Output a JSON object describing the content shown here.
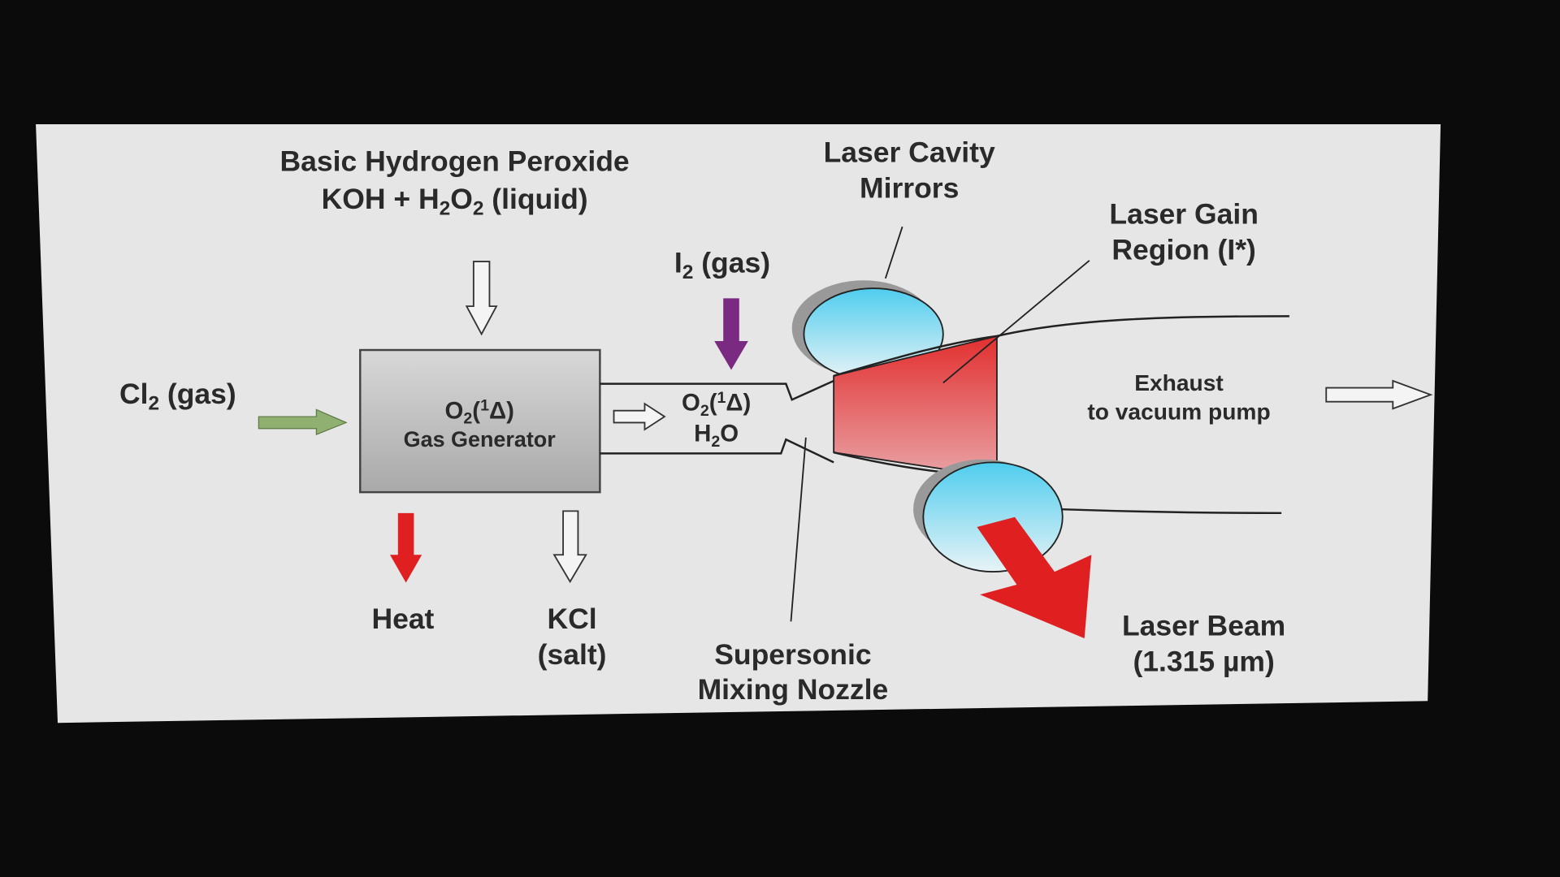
{
  "title": "Chemical Oxygen Iodine Laser schematic",
  "labels": {
    "bhp_line1": "Basic Hydrogen Peroxide",
    "bhp_line2": {
      "a": "KOH + H",
      "s1": "2",
      "b": "O",
      "s2": "2",
      "c": " (liquid)"
    },
    "cl2": {
      "a": "Cl",
      "s": "2",
      "b": " (gas)"
    },
    "generator": {
      "line1": {
        "a": "O",
        "s": "2",
        "b": "(",
        "sup": "1",
        "c": "Δ)"
      },
      "line2": "Gas Generator"
    },
    "flow": {
      "line1": {
        "a": "O",
        "s": "2",
        "b": "(",
        "sup": "1",
        "c": "Δ)"
      },
      "line2": {
        "a": "H",
        "s": "2",
        "b": "O"
      }
    },
    "i2": {
      "a": "I",
      "s": "2",
      "b": " (gas)"
    },
    "mirrors": {
      "line1": "Laser Cavity",
      "line2": "Mirrors"
    },
    "gain": {
      "line1": "Laser Gain",
      "line2": "Region (I*)"
    },
    "exhaust": {
      "line1": "Exhaust",
      "line2": "to vacuum pump"
    },
    "heat": "Heat",
    "kcl": {
      "line1": "KCl",
      "line2": "(salt)"
    },
    "nozzle": {
      "line1": "Supersonic",
      "line2": "Mixing Nozzle"
    },
    "beam": {
      "line1": "Laser Beam",
      "line2": "(1.315 µm)"
    }
  },
  "colors": {
    "screen": "#e6e6e6",
    "green_arrow": "#8fb070",
    "purple_arrow": "#7a2a80",
    "red": "#e02020",
    "mirror_blue": "#5fd0ec",
    "gain_red": "#e33a3a"
  }
}
